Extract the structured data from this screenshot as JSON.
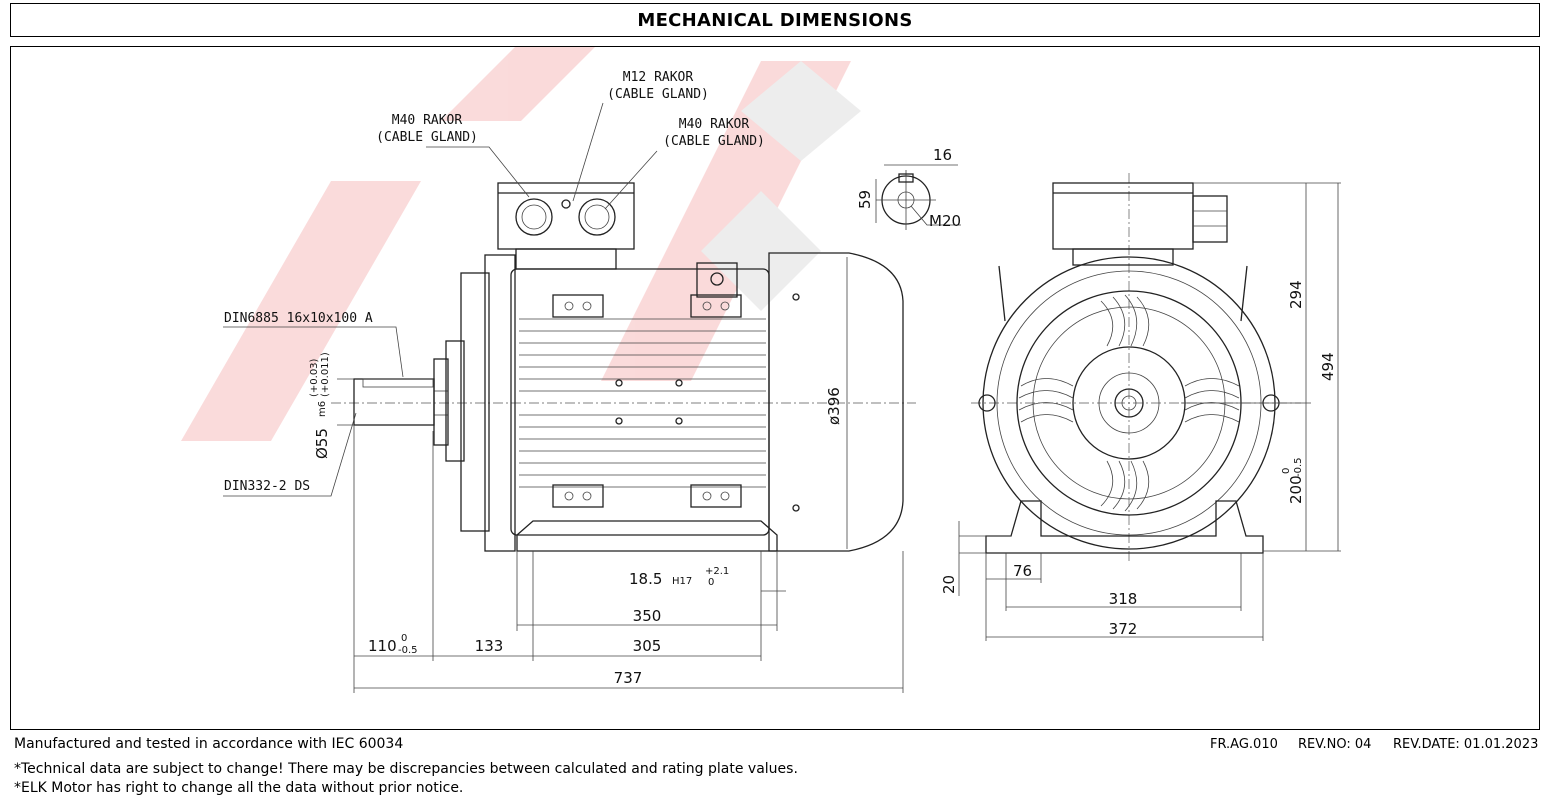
{
  "header": {
    "title": "MECHANICAL DIMENSIONS"
  },
  "drawing": {
    "callouts": {
      "m40_left_line1": "M40 RAKOR",
      "m40_left_line2": "(CABLE GLAND)",
      "m12_line1": "M12 RAKOR",
      "m12_line2": "(CABLE GLAND)",
      "m40_right_line1": "M40 RAKOR",
      "m40_right_line2": "(CABLE GLAND)",
      "key_spec": "DIN6885 16x10x100 A",
      "centre_hole": "DIN332-2 DS"
    },
    "shaft": {
      "diameter": "Ø55",
      "fit": "m6",
      "tol_upper": "(+0.03)",
      "tol_lower": "(+0.011)"
    },
    "keyway": {
      "width": "16",
      "height": "59",
      "thread": "M20"
    },
    "side_view": {
      "diameter": "ø396",
      "slot": "18.5",
      "slot_fit": "H17",
      "slot_tol_upper": "+2.1",
      "slot_tol_lower": "0",
      "dim_350": "350",
      "dim_305": "305",
      "dim_133": "133",
      "dim_110": "110",
      "dim_110_tol_upper": "0",
      "dim_110_tol_lower": "-0.5",
      "dim_737": "737"
    },
    "front_view": {
      "dim_294": "294",
      "dim_494": "494",
      "dim_200": "200",
      "dim_200_tol_upper": "0",
      "dim_200_tol_lower": "-0.5",
      "dim_20": "20",
      "dim_76": "76",
      "dim_318": "318",
      "dim_372": "372"
    }
  },
  "footer": {
    "standard": "Manufactured and tested in accordance with  IEC 60034",
    "note1": "*Technical data are subject to change! There may be discrepancies between calculated and rating plate values.",
    "note2": "*ELK Motor has right to change all the data without prior notice.",
    "form_code": "FR.AG.010",
    "rev_no": "REV.NO: 04",
    "rev_date": "REV.DATE: 01.01.2023"
  }
}
